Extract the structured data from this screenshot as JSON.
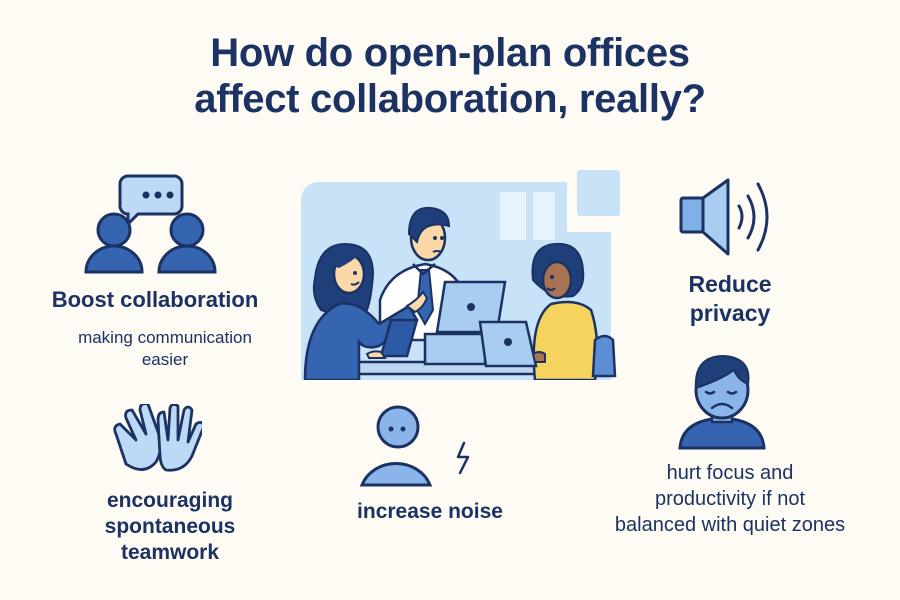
{
  "title": {
    "line1": "How do open-plan offices",
    "line2": "affect collaboration, really?"
  },
  "items": {
    "boost": {
      "icon": "two-people-chat-icon",
      "heading": "Boost collaboration",
      "sub_line1": "making communication",
      "sub_line2": "easier"
    },
    "privacy": {
      "icon": "speaker-icon",
      "line1": "Reduce",
      "line2": "privacy"
    },
    "teamwork": {
      "icon": "high-five-hands-icon",
      "line1": "encouraging",
      "line2": "spontaneous",
      "line3": "teamwork"
    },
    "noise": {
      "icon": "person-lightning-icon",
      "label": "increase noise"
    },
    "focus": {
      "icon": "sad-person-icon",
      "line1": "hurt focus and",
      "line2": "productivity if not",
      "line3": "balanced with quiet zones"
    }
  },
  "illustration": {
    "icon": "office-meeting-illustration"
  },
  "colors": {
    "background": "#fdfbf4",
    "navy": "#1b3263",
    "blue": "#3565b0",
    "light_blue": "#a9cdf0",
    "pale_blue": "#cfe5f8",
    "yellow": "#f5d35c"
  }
}
